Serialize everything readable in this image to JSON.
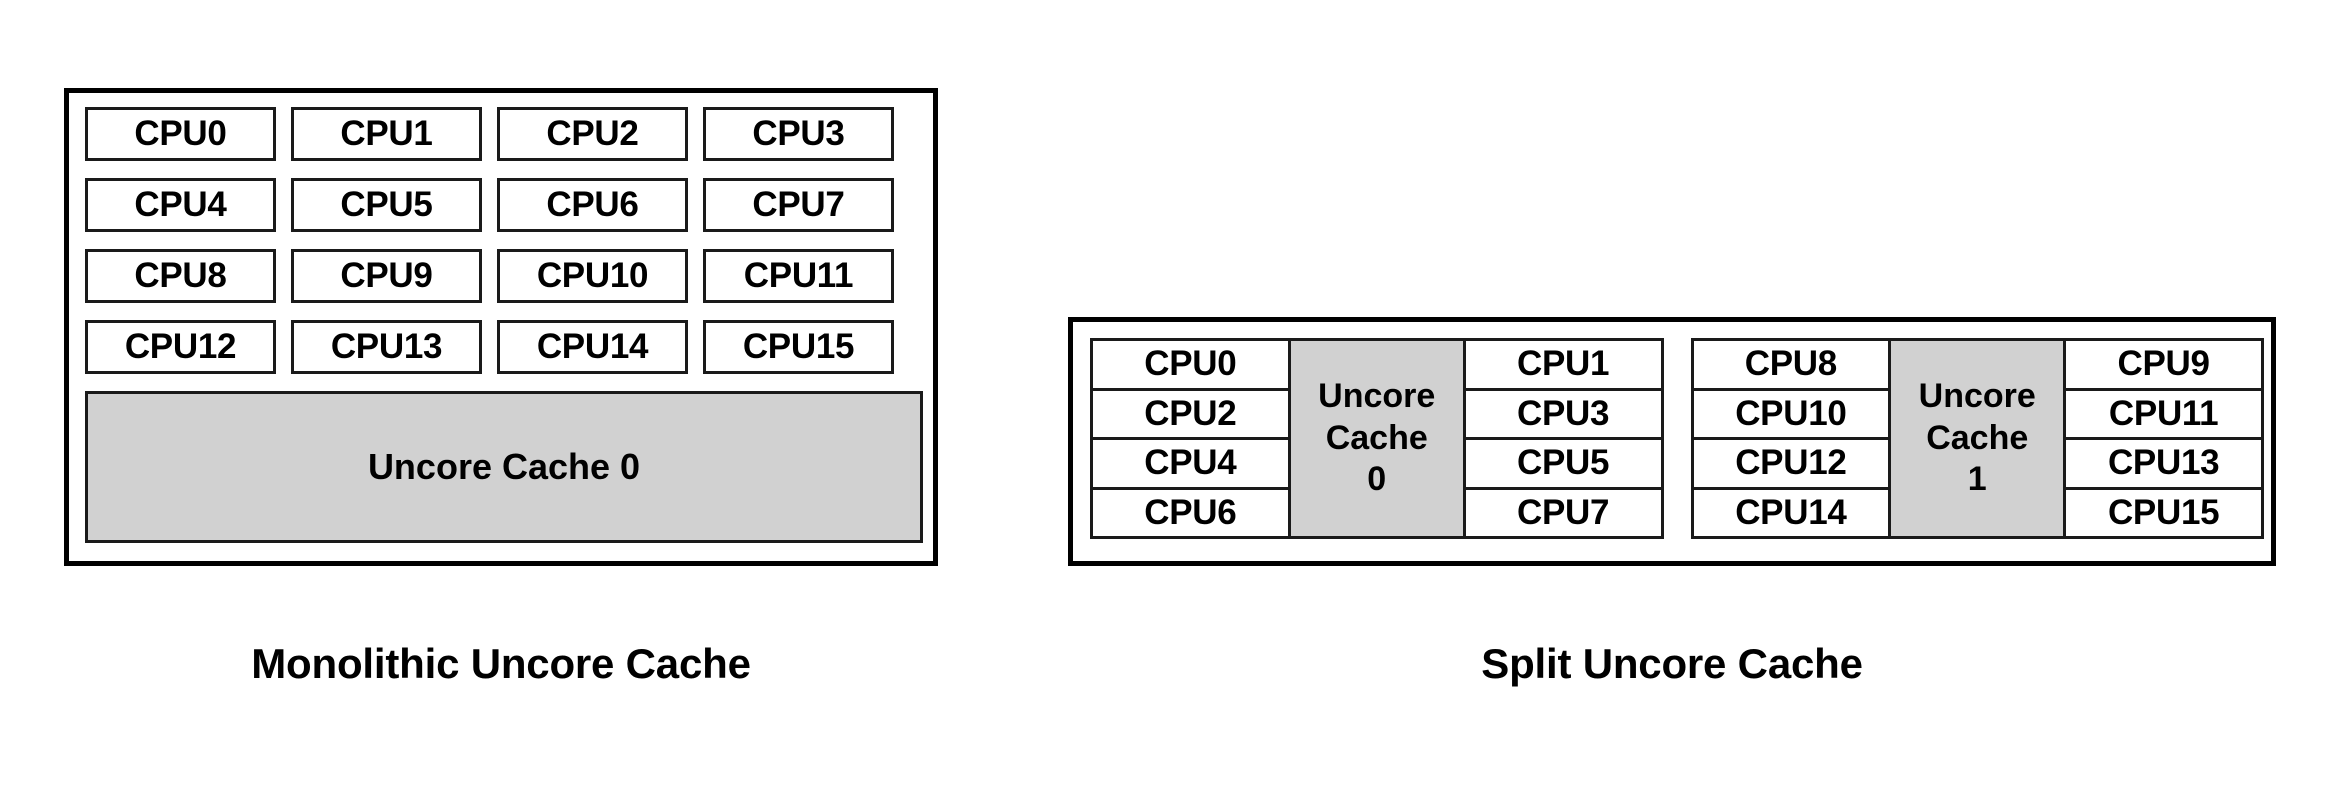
{
  "figure": {
    "type": "diagram",
    "subject": "CPU uncore cache topology comparison",
    "colors": {
      "cache_fill": "#d1d1d1",
      "box_border": "#1a1a1a",
      "panel_border": "#000000",
      "background": "#ffffff",
      "text": "#000000"
    }
  },
  "panels": [
    {
      "id": "monolithic",
      "caption": "Monolithic Uncore Cache",
      "layout": "4x4 grid of CPU boxes above one full-width shared cache",
      "cpus": [
        "CPU0",
        "CPU1",
        "CPU2",
        "CPU3",
        "CPU4",
        "CPU5",
        "CPU6",
        "CPU7",
        "CPU8",
        "CPU9",
        "CPU10",
        "CPU11",
        "CPU12",
        "CPU13",
        "CPU14",
        "CPU15"
      ],
      "caches": [
        {
          "label": "Uncore Cache 0"
        }
      ]
    },
    {
      "id": "split",
      "caption": "Split Uncore Cache",
      "layout": "two independent cache groups, each with CPUs flanking a central cache column",
      "groups": [
        {
          "id": "group-0",
          "left_cpus": [
            "CPU0",
            "CPU2",
            "CPU4",
            "CPU6"
          ],
          "cache": {
            "line1": "Uncore",
            "line2": "Cache",
            "line3": "0"
          },
          "right_cpus": [
            "CPU1",
            "CPU3",
            "CPU5",
            "CPU7"
          ]
        },
        {
          "id": "group-1",
          "left_cpus": [
            "CPU8",
            "CPU10",
            "CPU12",
            "CPU14"
          ],
          "cache": {
            "line1": "Uncore",
            "line2": "Cache",
            "line3": "1"
          },
          "right_cpus": [
            "CPU9",
            "CPU11",
            "CPU13",
            "CPU15"
          ]
        }
      ]
    }
  ]
}
